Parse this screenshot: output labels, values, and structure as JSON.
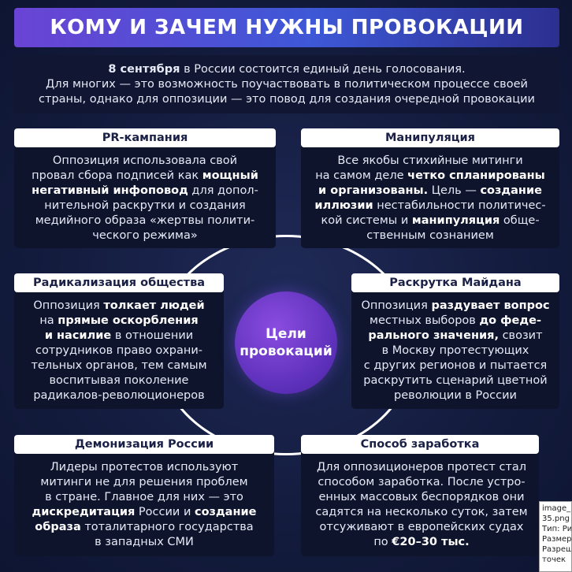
{
  "title": "КОМУ И ЗАЧЕМ НУЖНЫ ПРОВОКАЦИИ",
  "intro": {
    "bold": "8 сентября",
    "line1_rest": " в России состоится единый день голосования.",
    "line2": "Для многих — это возможность поучаствовать в политическом процессе своей",
    "line3": "страны, однако для оппозиции — это повод для создания очередной провокации"
  },
  "center": {
    "line1": "Цели",
    "line2": "провокаций"
  },
  "cards": {
    "pr": {
      "title": "PR-кампания",
      "parts": [
        "Оппозиция использовала свой",
        "провал сбора подписей как ",
        "мощный",
        "негативный инфоповод",
        " для допол-",
        "нительной раскрутки и создания",
        "медийного образа «жертвы полити-",
        "ческого режима»"
      ]
    },
    "manip": {
      "title": "Манипуляция",
      "parts": [
        "Все якобы стихийные митинги",
        "на самом деле ",
        "четко спланированы",
        "и организованы.",
        " Цель — ",
        "создание",
        "иллюзии",
        " нестабильности политичес-",
        "кой системы и ",
        "манипуляция",
        " обще-",
        "ственным сознанием"
      ]
    },
    "radical": {
      "title": "Радикализация общества",
      "parts": [
        "Оппозиция ",
        "толкает людей",
        "на ",
        "прямые оскорбления",
        "и насилие",
        " в отношении",
        "сотрудников право охрани-",
        "тельных органов, тем самым",
        "воспитывая поколение",
        "радикалов-революционеров"
      ]
    },
    "maidan": {
      "title": "Раскрутка Майдана",
      "parts": [
        "Оппозиция ",
        "раздувает вопрос",
        "местных выборов ",
        "до феде-",
        "рального значения,",
        " свозит",
        "в Москву протестующих",
        "с других регионов и пытается",
        "раскрутить сценарий цветной",
        "революции в России"
      ]
    },
    "demon": {
      "title": "Демонизация России",
      "parts": [
        "Лидеры протестов используют",
        "митинги не для решения проблем",
        "в стране. Главное для них — это",
        "дискредитация",
        " России и ",
        "создание",
        "образа",
        " тоталитарного государства",
        "в западных СМИ"
      ]
    },
    "money": {
      "title": "Способ заработка",
      "parts": [
        "Для оппозиционеров протест стал",
        "способом заработка. После устро-",
        "енных массовых беспорядков они",
        "садятся на несколько суток, затем",
        "отсуживают в европейских судах",
        "по ",
        "€20–30 тыс."
      ]
    }
  },
  "meta_box": {
    "lines": [
      "image_",
      "35.png",
      "Тип: Ри",
      "Размер",
      "Разреш",
      "точек"
    ]
  }
}
